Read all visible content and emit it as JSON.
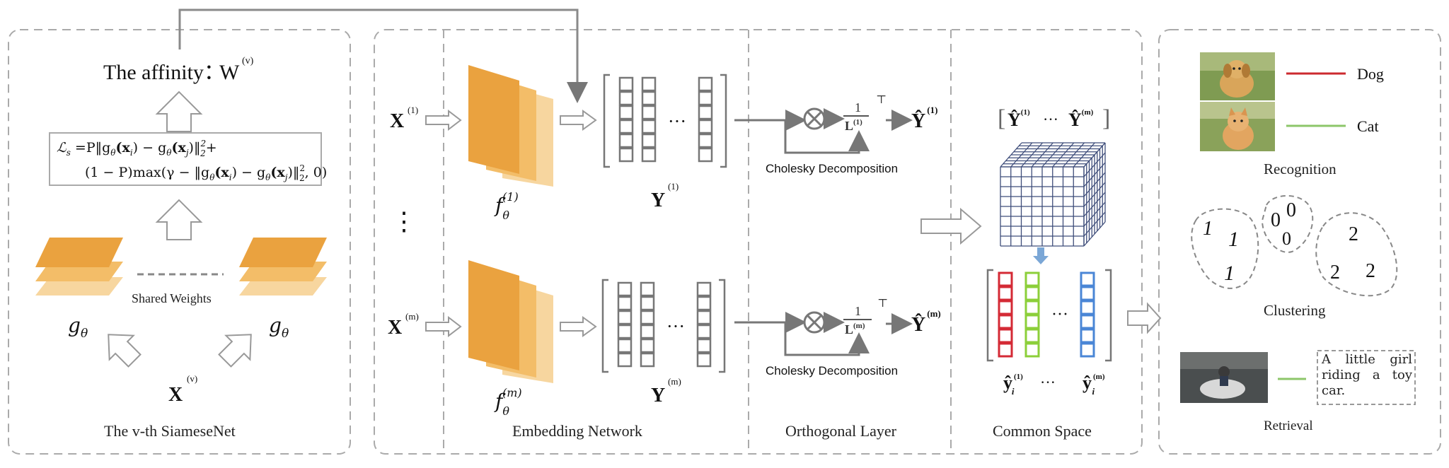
{
  "siamese": {
    "affinity_label": "The affinity：",
    "affinity_symbol": "W",
    "affinity_sup": "(v)",
    "loss_line1": "ℒ",
    "loss_line1_sub": "s",
    "loss_line1_rest": " =P‖g",
    "loss_line1_rest2": "(x",
    "loss_line1_rest3": ") − g",
    "loss_line1_rest4": "(x",
    "loss_line1_rest5": ")‖",
    "loss_line1_tail": "+",
    "loss_line2": "(1 − P)max(γ − ‖g",
    "loss_line2_b": "(x",
    "loss_line2_c": ") − g",
    "loss_line2_d": "(x",
    "loss_line2_e": ")‖",
    "loss_line2_tail": ", 0)",
    "theta": "θ",
    "sub_i": "i",
    "sub_j": "j",
    "sq": "2",
    "two": "2",
    "shared_weights": "Shared Weights",
    "g_label": "g",
    "input_symbol": "X",
    "input_sup": "(v)",
    "caption": "The v-th SiameseNet"
  },
  "embedding": {
    "x1_symbol": "X",
    "x1_sup": "(1)",
    "xm_symbol": "X",
    "xm_sup": "(m)",
    "vdots": "⋮",
    "f_label": "f",
    "f1_sup": "(1)",
    "fm_sup": "(m)",
    "theta": "θ",
    "y1_symbol": "Y",
    "y1_sup": "(1)",
    "ym_symbol": "Y",
    "ym_sup": "(m)",
    "dots": "···",
    "caption": "Embedding Network"
  },
  "orthogonal": {
    "otimes": "⊗",
    "frac_num": "1",
    "frac_den": "L",
    "den1_sup": "(1)",
    "denm_sup": "(m)",
    "transpose": "⊤",
    "yhat": "Ŷ",
    "yhat1_sup": "(1)",
    "yhatm_sup": "(m)",
    "cholesky_top": "Cholesky Decomposition",
    "cholesky_bottom": "Cholesky Decomposition",
    "caption": "Orthogonal Layer"
  },
  "common": {
    "bracket_left": "[",
    "bracket_right": "]",
    "yhat": "Ŷ",
    "sup1": "(1)",
    "supm": "(m)",
    "dots": "···",
    "yhat_small": "ŷ",
    "sub_i": "i",
    "caption": "Common Space",
    "colors": {
      "red": "#d42a35",
      "green": "#8ccf3a",
      "blue": "#4a86d6"
    }
  },
  "applications": {
    "dog_label": "Dog",
    "cat_label": "Cat",
    "recognition": "Recognition",
    "digits": [
      "1",
      "1",
      "1",
      "0",
      "0",
      "0",
      "2",
      "2",
      "2"
    ],
    "clustering": "Clustering",
    "retrieval_text": "A little girl riding a toy car.",
    "retrieval": "Retrieval",
    "dog_line_color": "#cc2a2f",
    "cat_line_color": "#8cc66a",
    "retrieval_line_color": "#8cc66a"
  },
  "colors": {
    "orange": "#eaa23f",
    "orange_mid": "#f3bd68",
    "orange_light": "#f7d69f",
    "border_dash": "#a8a8a8",
    "arrow_gray": "#888888",
    "cube_blue": "#3e4d7a",
    "down_arrow": "#7ba7d6"
  }
}
